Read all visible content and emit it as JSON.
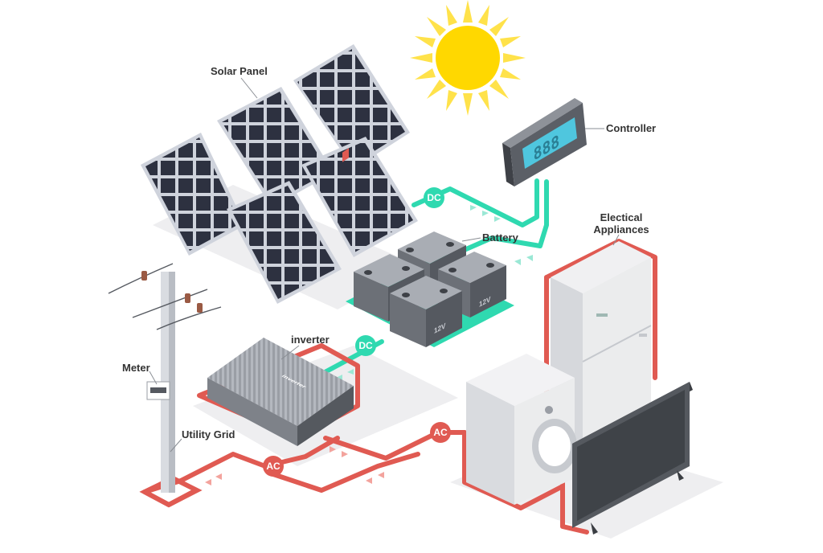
{
  "labels": {
    "solar_panel": "Solar Panel",
    "controller": "Controller",
    "battery": "Battery",
    "electrical_appliances_line1": "Electical",
    "electrical_appliances_line2": "Appliances",
    "inverter": "inverter",
    "meter": "Meter",
    "utility_grid": "Utility Grid"
  },
  "connections": {
    "dc_panel_controller": "DC",
    "dc_battery_inverter": "DC",
    "ac_inverter_appliances": "AC",
    "ac_grid": "AC"
  },
  "device_text": {
    "controller_display": "888",
    "inverter_body": "inverter",
    "battery_marking": "12V"
  },
  "colors": {
    "dc_line": "#2fd9b0",
    "ac_line": "#e05a52",
    "sun": "#ffd800",
    "sun_rays": "#ffe24a",
    "panel_cell": "#2d3140",
    "panel_frame": "#cfd3dc",
    "device_gray": "#5b5f66",
    "display": "#4fc6de",
    "label_text": "#333333"
  }
}
